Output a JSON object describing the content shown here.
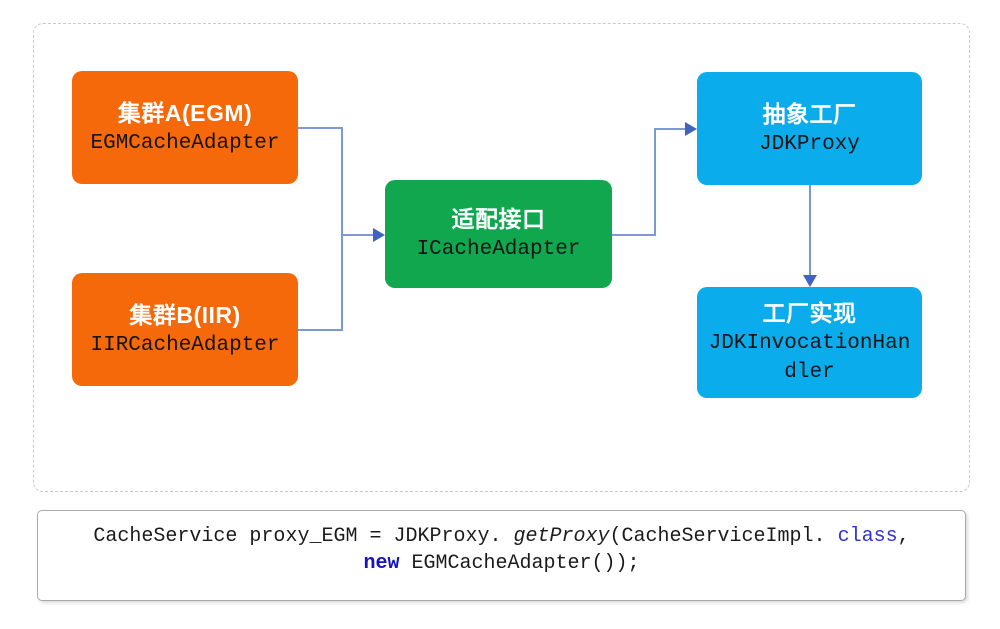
{
  "diagram": {
    "nodes": [
      {
        "title": "集群A(EGM)",
        "subtitle": "EGMCacheAdapter"
      },
      {
        "title": "集群B(IIR)",
        "subtitle": "IIRCacheAdapter"
      },
      {
        "title": "适配接口",
        "subtitle": "ICacheAdapter"
      },
      {
        "title": "抽象工厂",
        "subtitle": "JDKProxy"
      },
      {
        "title": "工厂实现",
        "subtitle": "JDKInvocationHandler"
      }
    ],
    "colors": {
      "cluster_node": "#f6690b",
      "adapter_node": "#10a74f",
      "factory_node": "#0bacec",
      "connector_line": "#7c99d6",
      "arrowhead": "#3f63be"
    }
  },
  "code": {
    "line1": {
      "plain1": "CacheService proxy_EGM = JDKProxy.",
      "method_italic": " getProxy",
      "plain2": "(CacheServiceImpl.",
      "keyword_class": " class",
      "comma": ","
    },
    "line2": {
      "keyword_new": "new",
      "plain": " EGMCacheAdapter());"
    }
  }
}
